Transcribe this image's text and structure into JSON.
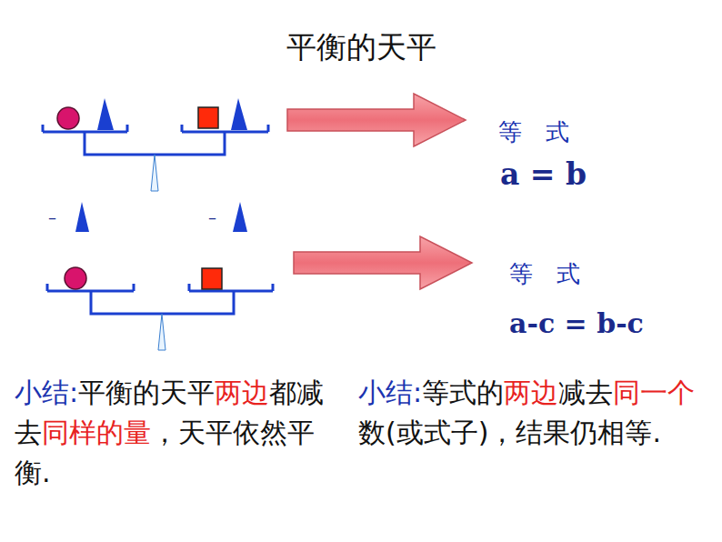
{
  "diagram": {
    "title": "平衡的天平",
    "labels": [
      "等　式",
      "a = b",
      "等　式",
      "a-c = b-c",
      "–",
      "–",
      "小结:",
      "平衡的天平",
      "两边",
      "都减去",
      "同样的量",
      "，天平依然平衡.",
      "小结:",
      "等式的",
      "两边",
      "减去",
      "同一个",
      "数(或式子)，结果仍相等."
    ]
  }
}
